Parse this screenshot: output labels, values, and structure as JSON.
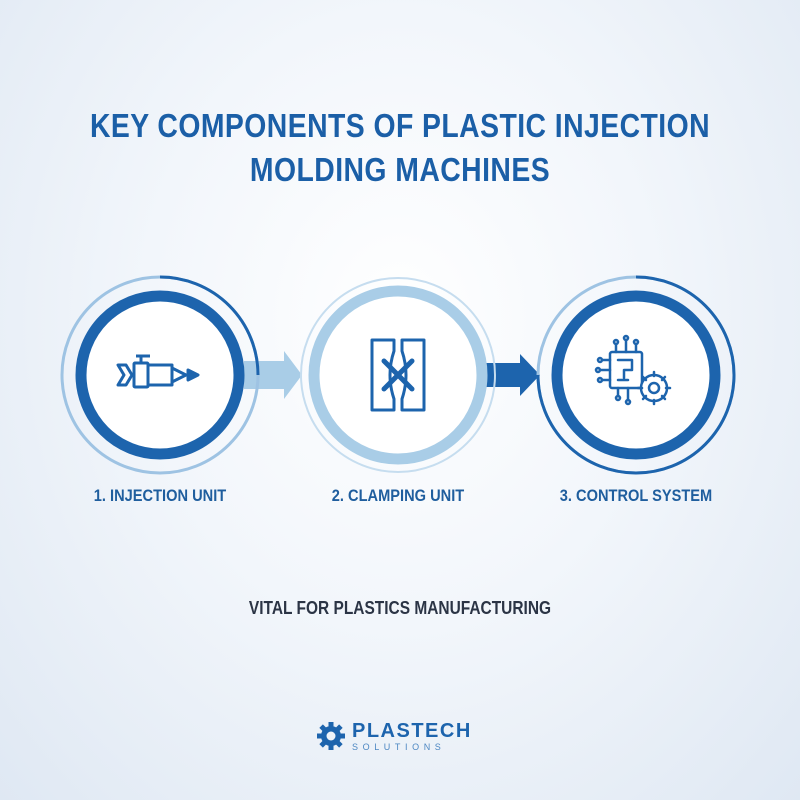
{
  "title": {
    "line1": "KEY COMPONENTS OF PLASTIC INJECTION",
    "line2": "MOLDING MACHINES"
  },
  "steps": [
    {
      "label": "1. INJECTION UNIT",
      "icon": "injection-nozzle-icon"
    },
    {
      "label": "2. CLAMPING UNIT",
      "icon": "clamp-x-icon"
    },
    {
      "label": "3. CONTROL SYSTEM",
      "icon": "circuit-gear-icon"
    }
  ],
  "tagline": "VITAL FOR PLASTICS MANUFACTURING",
  "brand": {
    "name": "PLASTECH",
    "sub": "SOLUTIONS"
  },
  "colors": {
    "primary": "#1d64ad",
    "light": "#a9cde7",
    "background": "#eef3f9",
    "text_dark": "#2b3445"
  }
}
